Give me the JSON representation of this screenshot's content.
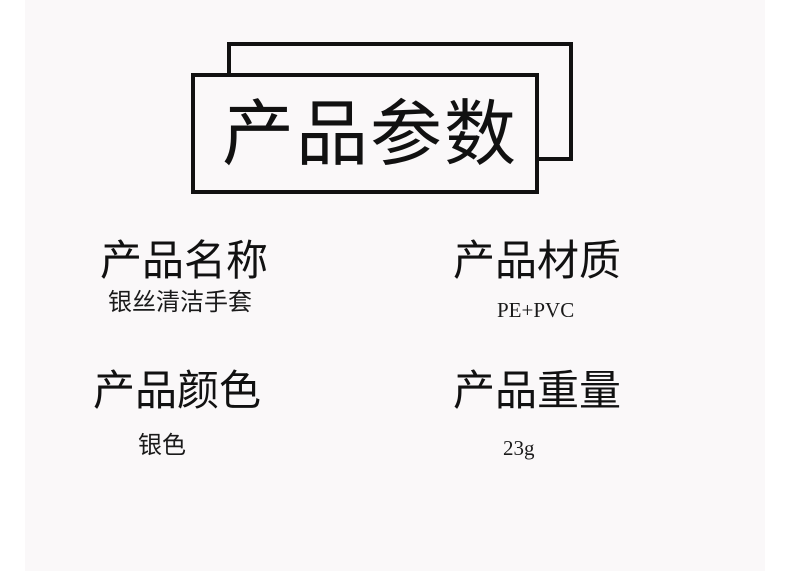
{
  "header": {
    "title": "产品参数"
  },
  "params": [
    {
      "label": "产品名称",
      "value": "银丝清洁手套"
    },
    {
      "label": "产品材质",
      "value": "PE+PVC"
    },
    {
      "label": "产品颜色",
      "value": "银色"
    },
    {
      "label": "产品重量",
      "value": "23g"
    }
  ],
  "colors": {
    "background": "#faf8f9",
    "frame": "#111111",
    "text": "#111111"
  }
}
